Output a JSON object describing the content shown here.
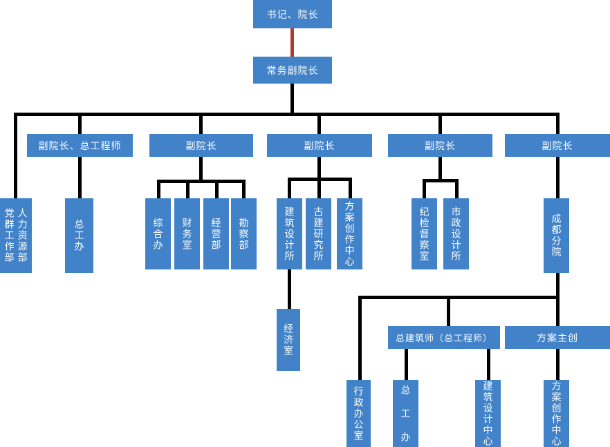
{
  "chart_title": "",
  "theme": {
    "node_fill": "#4182C8",
    "node_text": "#FFFFFF",
    "connector": "#000000",
    "highlight_connector": "#B03A2E",
    "background": "#FFFFFF"
  },
  "nodes": {
    "secretary_president": "书记、院长",
    "executive_vice_president": "常务副院长",
    "vp_chief_engineer": "副院长、总工程师",
    "vp_2": "副院长",
    "vp_3": "副院长",
    "vp_4": "副院长",
    "vp_5": "副院长",
    "hr_dept": "人力资源部",
    "party_mass_work_dept": "党群工作部",
    "chief_engineer_office": "总工办",
    "general_affairs_office": "综合办",
    "finance_office": "财务室",
    "business_dept": "经营部",
    "survey_dept": "勘察部",
    "architectural_design_institute": "建筑设计所",
    "ancient_architecture_research_institute": "古建研究所",
    "scheme_creation_center": "方案创作中心",
    "economics_office": "经济室",
    "discipline_inspection_office": "纪检督察室",
    "municipal_design_institute": "市政设计所",
    "chengdu_branch": "成都分院",
    "admin_office": "行政办公室",
    "chief_architect": "总建筑师（总工程师）",
    "scheme_lead": "方案主创",
    "branch_chief_engineer_office": "总 工 办",
    "architectural_design_center": "建筑设计中心",
    "branch_scheme_creation_center": "方案创作中心"
  }
}
